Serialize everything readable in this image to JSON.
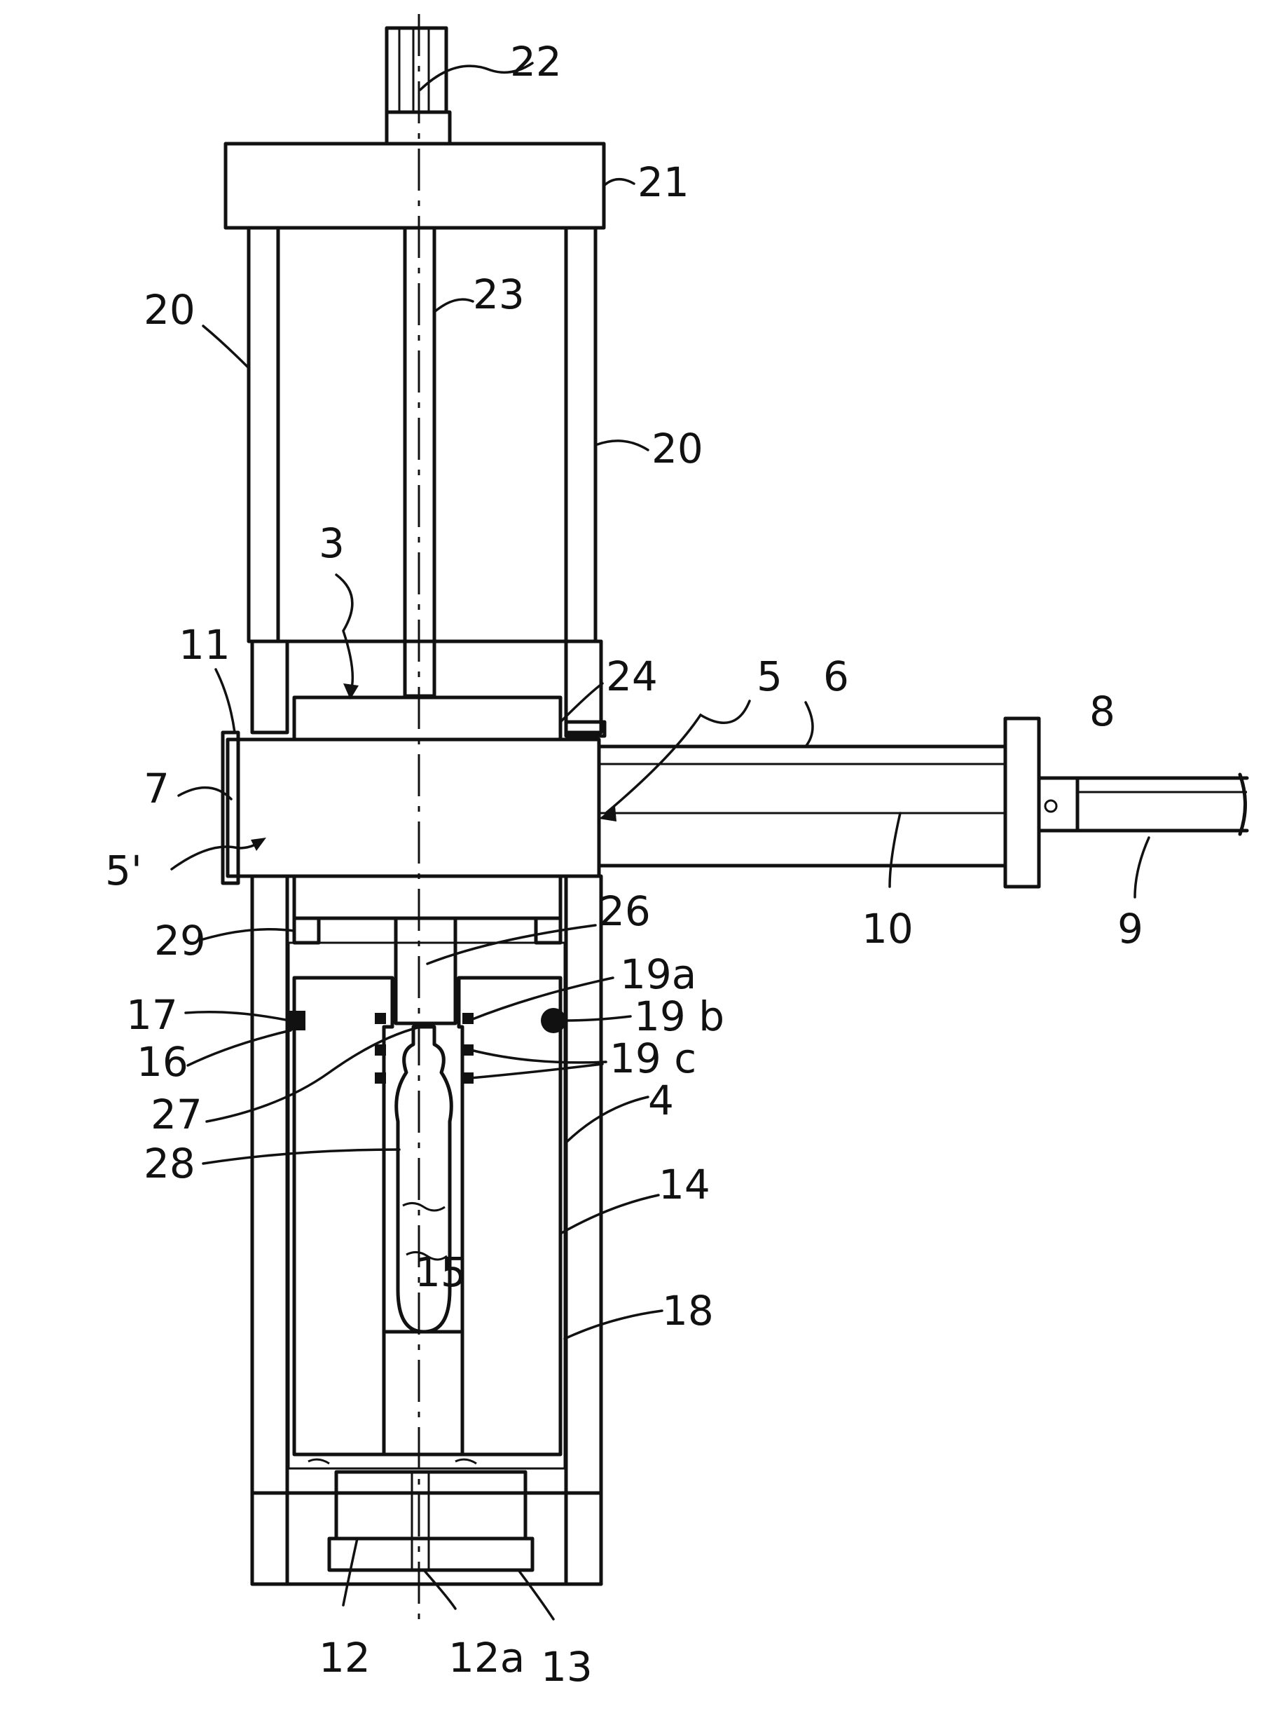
{
  "colors": {
    "ink": "#111111",
    "paper": "#ffffff"
  },
  "labels": {
    "l22": "22",
    "l21": "21",
    "l23": "23",
    "l20a": "20",
    "l20b": "20",
    "l3": "3",
    "l11": "11",
    "l24": "24",
    "l5": "5",
    "l6": "6",
    "l8": "8",
    "l7": "7",
    "l5p": "5'",
    "l9": "9",
    "l10": "10",
    "l26": "26",
    "l29": "29",
    "l19a": "19a",
    "l17": "17",
    "l19b": "19 b",
    "l16": "16",
    "l19c": "19 c",
    "l27": "27",
    "l4": "4",
    "l28": "28",
    "l14": "14",
    "l15": "15",
    "l18": "18",
    "l12": "12",
    "l12a": "12a",
    "l13": "13"
  }
}
